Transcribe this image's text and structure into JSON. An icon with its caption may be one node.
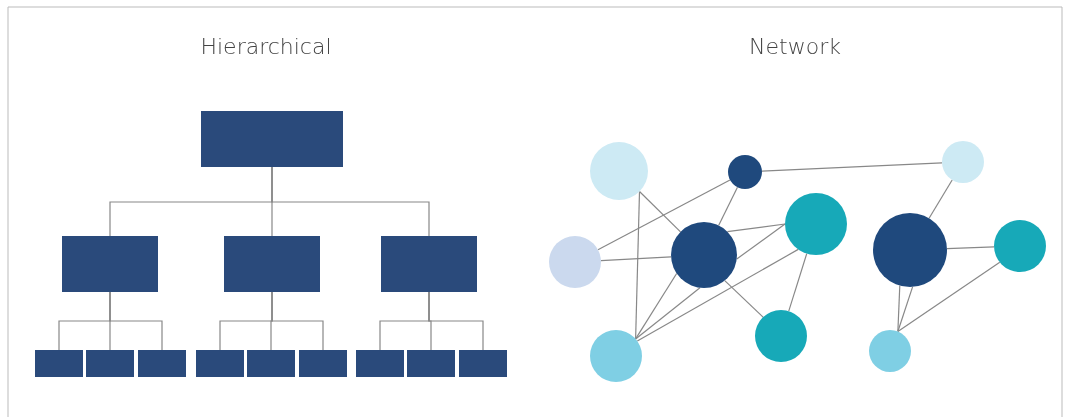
{
  "diagram": {
    "nodes": [
      {
        "text": [],
        "shape": "box"
      },
      {
        "text": [],
        "shape": "box"
      },
      {
        "text": [],
        "shape": "box"
      },
      {
        "text": [],
        "shape": "box"
      },
      {
        "text": [],
        "shape": "box"
      },
      {
        "text": [],
        "shape": "box"
      },
      {
        "text": [],
        "shape": "box"
      },
      {
        "text": [],
        "shape": "box"
      },
      {
        "text": [],
        "shape": "box"
      },
      {
        "text": [],
        "shape": "box"
      },
      {
        "text": [],
        "shape": "box"
      },
      {
        "text": [],
        "shape": "box"
      },
      {
        "text": [],
        "shape": "box"
      },
      {
        "text": [],
        "shape": "circle"
      },
      {
        "text": [],
        "shape": "circle"
      },
      {
        "text": [],
        "shape": "circle"
      },
      {
        "text": [],
        "shape": "circle"
      },
      {
        "text": [],
        "shape": "circle"
      },
      {
        "text": [],
        "shape": "circle"
      },
      {
        "text": [],
        "shape": "circle"
      },
      {
        "text": [],
        "shape": "circle"
      },
      {
        "text": [],
        "shape": "circle"
      },
      {
        "text": [],
        "shape": "circle"
      },
      {
        "text": [],
        "shape": "circle"
      }
    ],
    "edges": [
      {
        "from": 0,
        "to": 1,
        "arrow": "none"
      },
      {
        "from": 0,
        "to": 2,
        "arrow": "none"
      },
      {
        "from": 0,
        "to": 3,
        "arrow": "none"
      },
      {
        "from": 1,
        "to": 4,
        "arrow": "none"
      },
      {
        "from": 1,
        "to": 5,
        "arrow": "none"
      },
      {
        "from": 1,
        "to": 6,
        "arrow": "none"
      },
      {
        "from": 2,
        "to": 7,
        "arrow": "none"
      },
      {
        "from": 2,
        "to": 8,
        "arrow": "none"
      },
      {
        "from": 2,
        "to": 9,
        "arrow": "none"
      },
      {
        "from": 3,
        "to": 10,
        "arrow": "none"
      },
      {
        "from": 3,
        "to": 11,
        "arrow": "none"
      },
      {
        "from": 3,
        "to": 12,
        "arrow": "none"
      },
      {
        "from": 14,
        "to": 15,
        "arrow": "none"
      },
      {
        "from": 13,
        "to": 18,
        "arrow": "none"
      },
      {
        "from": 13,
        "to": 22,
        "arrow": "none"
      },
      {
        "from": 17,
        "to": 14,
        "arrow": "none"
      },
      {
        "from": 17,
        "to": 18,
        "arrow": "none"
      },
      {
        "from": 14,
        "to": 18,
        "arrow": "none"
      },
      {
        "from": 18,
        "to": 16,
        "arrow": "none"
      },
      {
        "from": 18,
        "to": 16,
        "arrow": "none"
      },
      {
        "from": 18,
        "to": 21,
        "arrow": "none"
      },
      {
        "from": 16,
        "to": 21,
        "arrow": "none"
      },
      {
        "from": 22,
        "to": 18,
        "arrow": "none"
      },
      {
        "from": 22,
        "to": 18,
        "arrow": "none"
      },
      {
        "from": 22,
        "to": 16,
        "arrow": "none"
      },
      {
        "from": 19,
        "to": 15,
        "arrow": "none"
      },
      {
        "from": 19,
        "to": 20,
        "arrow": "none"
      },
      {
        "from": 23,
        "to": 19,
        "arrow": "none"
      },
      {
        "from": 23,
        "to": 19,
        "arrow": "none"
      },
      {
        "from": 23,
        "to": 20,
        "arrow": "none"
      }
    ],
    "labels": [
      "Hierarchical",
      "Network"
    ]
  }
}
